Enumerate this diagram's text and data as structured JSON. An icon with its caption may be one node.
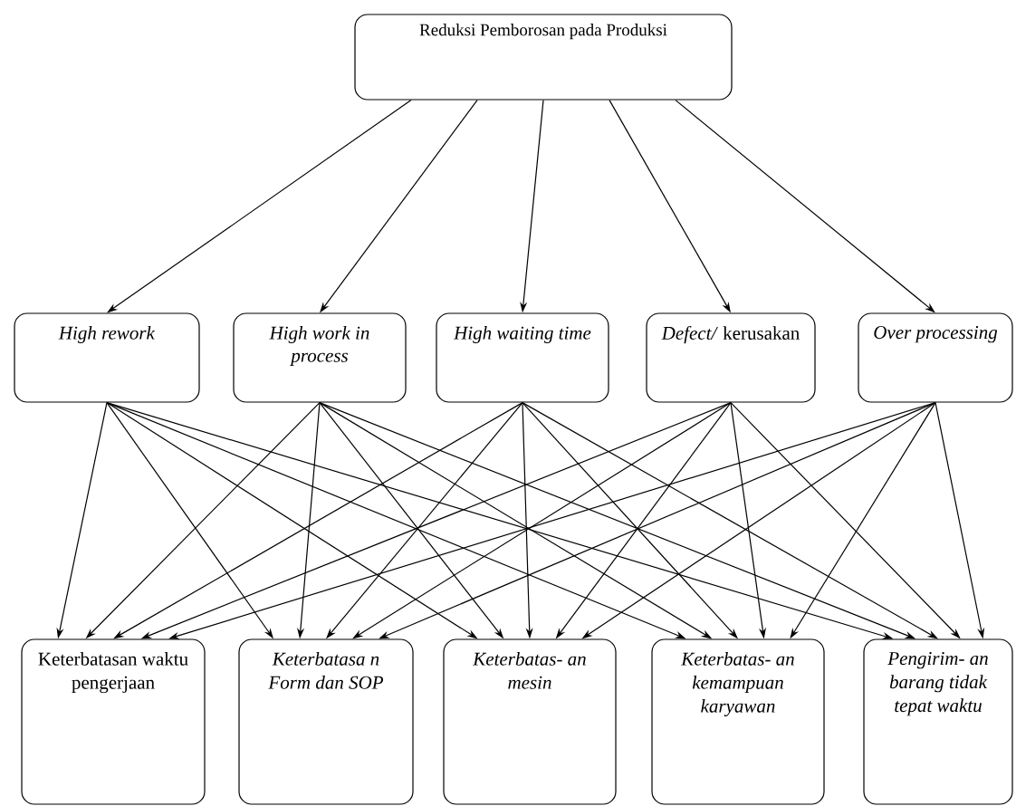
{
  "diagram": {
    "nodes": [
      {
        "text": [
          "Reduksi Pemborosan pada Produksi"
        ]
      },
      {
        "text": [
          "*High rework*"
        ]
      },
      {
        "text": [
          "*High work in process*"
        ]
      },
      {
        "text": [
          "*High waiting time*"
        ]
      },
      {
        "text": [
          "*Defect/* kerusakan"
        ]
      },
      {
        "text": [
          "*Over processing*"
        ]
      },
      {
        "text": [
          "Keterbatasan waktu pengerjaan"
        ]
      },
      {
        "text": [
          "*Keterbatasa n Form dan SOP*"
        ]
      },
      {
        "text": [
          "*Keterbatas- an mesin*"
        ]
      },
      {
        "text": [
          "*Keterbatas- an kemampuan karyawan*"
        ]
      },
      {
        "text": [
          "*Pengirim- an barang tidak tepat waktu*"
        ]
      }
    ],
    "edges": [
      {
        "from": 0,
        "to": 1,
        "arrow": "to"
      },
      {
        "from": 0,
        "to": 2,
        "arrow": "to"
      },
      {
        "from": 0,
        "to": 3,
        "arrow": "to"
      },
      {
        "from": 0,
        "to": 4,
        "arrow": "to"
      },
      {
        "from": 0,
        "to": 5,
        "arrow": "to"
      },
      {
        "from": 1,
        "to": 6,
        "arrow": "to"
      },
      {
        "from": 1,
        "to": 7,
        "arrow": "to"
      },
      {
        "from": 1,
        "to": 8,
        "arrow": "to"
      },
      {
        "from": 1,
        "to": 9,
        "arrow": "to"
      },
      {
        "from": 1,
        "to": 10,
        "arrow": "to"
      },
      {
        "from": 2,
        "to": 6,
        "arrow": "to"
      },
      {
        "from": 2,
        "to": 7,
        "arrow": "to"
      },
      {
        "from": 2,
        "to": 8,
        "arrow": "to"
      },
      {
        "from": 2,
        "to": 9,
        "arrow": "to"
      },
      {
        "from": 2,
        "to": 10,
        "arrow": "to"
      },
      {
        "from": 3,
        "to": 6,
        "arrow": "to"
      },
      {
        "from": 3,
        "to": 7,
        "arrow": "to"
      },
      {
        "from": 3,
        "to": 8,
        "arrow": "to"
      },
      {
        "from": 3,
        "to": 9,
        "arrow": "to"
      },
      {
        "from": 3,
        "to": 10,
        "arrow": "to"
      },
      {
        "from": 4,
        "to": 6,
        "arrow": "to"
      },
      {
        "from": 4,
        "to": 7,
        "arrow": "to"
      },
      {
        "from": 4,
        "to": 8,
        "arrow": "to"
      },
      {
        "from": 4,
        "to": 9,
        "arrow": "to"
      },
      {
        "from": 4,
        "to": 10,
        "arrow": "to"
      },
      {
        "from": 5,
        "to": 6,
        "arrow": "to"
      },
      {
        "from": 5,
        "to": 7,
        "arrow": "to"
      },
      {
        "from": 5,
        "to": 8,
        "arrow": "to"
      },
      {
        "from": 5,
        "to": 9,
        "arrow": "to"
      },
      {
        "from": 5,
        "to": 10,
        "arrow": "to"
      }
    ]
  }
}
